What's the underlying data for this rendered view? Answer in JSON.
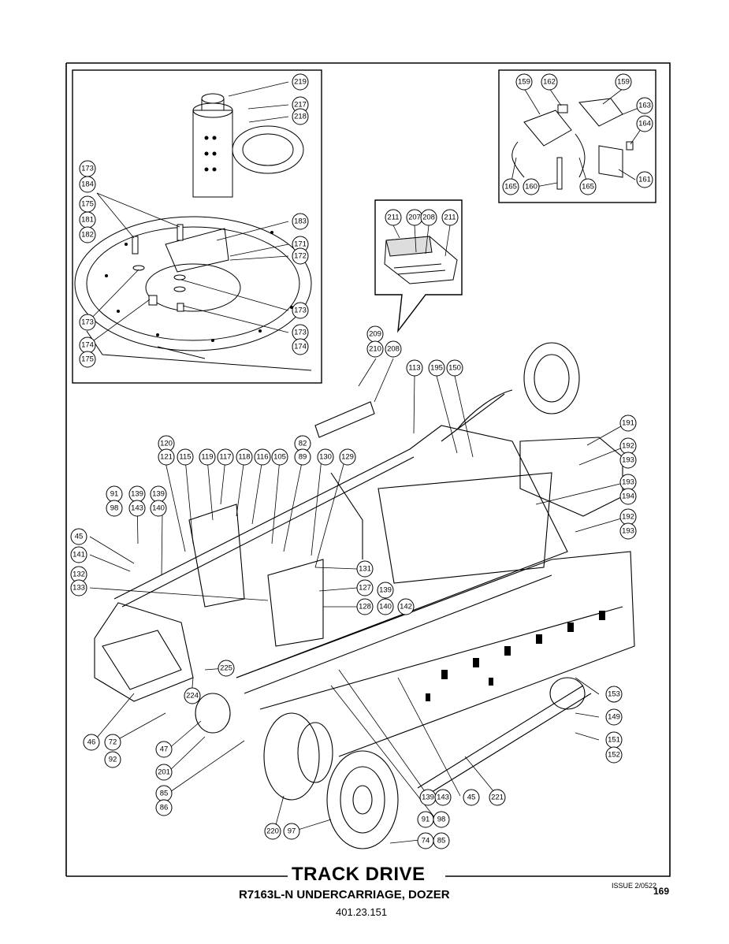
{
  "title": "TRACK DRIVE",
  "subtitle": "R7163L-N UNDERCARRIAGE, DOZER",
  "document_number": "401.23.151",
  "issue": "ISSUE 2/0522",
  "page_number": "169",
  "callouts": {
    "inset_left": [
      "219",
      "217",
      "218",
      "173",
      "184",
      "175",
      "181",
      "182",
      "183",
      "171",
      "172",
      "173",
      "173",
      "174",
      "175",
      "173",
      "174"
    ],
    "inset_right": [
      "159",
      "162",
      "159",
      "163",
      "164",
      "165",
      "160",
      "165",
      "161"
    ],
    "inset_pad": [
      "211",
      "207",
      "208",
      "211"
    ],
    "main": [
      "209",
      "210",
      "208",
      "113",
      "195",
      "150",
      "191",
      "192",
      "193",
      "193",
      "194",
      "192",
      "193",
      "120",
      "121",
      "115",
      "119",
      "117",
      "118",
      "116",
      "105",
      "82",
      "89",
      "130",
      "129",
      "91",
      "98",
      "139",
      "143",
      "139",
      "140",
      "45",
      "141",
      "132",
      "133",
      "131",
      "127",
      "139",
      "128",
      "140",
      "142",
      "225",
      "224",
      "46",
      "72",
      "92",
      "47",
      "201",
      "85",
      "86",
      "153",
      "149",
      "151",
      "152",
      "220",
      "97",
      "139",
      "143",
      "45",
      "221",
      "91",
      "98",
      "74",
      "85"
    ]
  }
}
